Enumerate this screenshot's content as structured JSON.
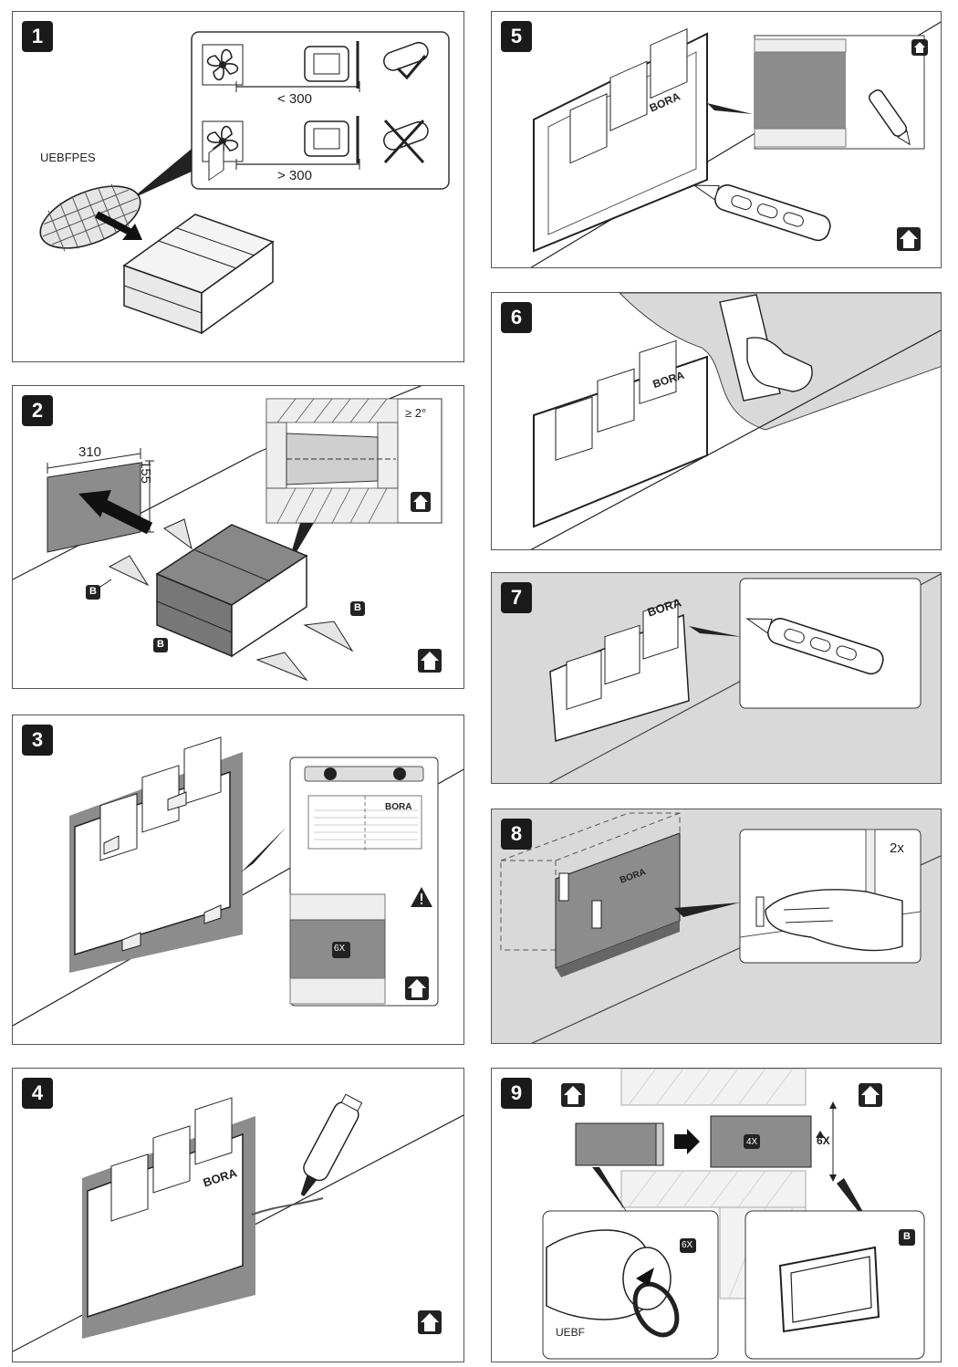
{
  "steps": [
    {
      "number": "1",
      "labels": {
        "filter": "UEBFPES",
        "dist_short": "< 300",
        "dist_long": "> 300"
      }
    },
    {
      "number": "2",
      "labels": {
        "width": "310",
        "height": "155",
        "angle": "≥ 2°",
        "wedge_a": "B",
        "wedge_b": "B",
        "wedge_c": "B"
      }
    },
    {
      "number": "3",
      "labels": {
        "brand": "BORA",
        "count": "6X"
      }
    },
    {
      "number": "4",
      "labels": {
        "brand": "BORA"
      }
    },
    {
      "number": "5",
      "labels": {
        "brand": "BORA"
      }
    },
    {
      "number": "6",
      "labels": {
        "brand": "BORA"
      }
    },
    {
      "number": "7",
      "labels": {
        "brand": "BORA"
      }
    },
    {
      "number": "8",
      "labels": {
        "brand": "BORA",
        "repeat": "2x"
      }
    },
    {
      "number": "9",
      "labels": {
        "count_top": "4X",
        "count_side": "6X",
        "count_ring": "6X",
        "filter": "UEBF",
        "frame": "B"
      }
    }
  ],
  "icons": [
    "fan-icon",
    "hood-icon",
    "filter-ok-icon",
    "filter-cross-icon",
    "house-icon",
    "warning-icon",
    "knife-icon",
    "sealant-icon",
    "hand-icon"
  ],
  "colors": {
    "line": "#222222",
    "fill_grey": "#8c8c8c",
    "light_grey": "#d9d9d9",
    "badge": "#1a1a1a"
  }
}
